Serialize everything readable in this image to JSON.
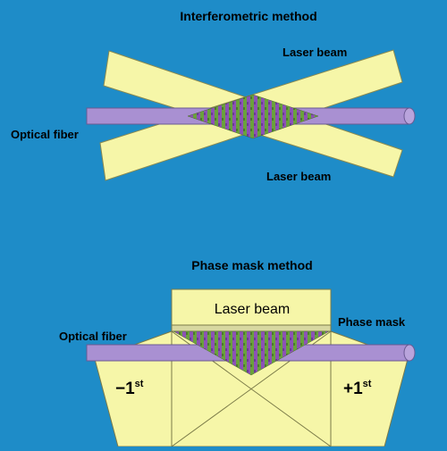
{
  "background_color": "#1e8cc8",
  "colors": {
    "beam_fill": "#f6f6a8",
    "fiber_fill": "#a990d2",
    "fiber_end": "#b9a4dc",
    "fringe_a": "#6aa23c",
    "fringe_b": "#8c52b6"
  },
  "top": {
    "title": "Interferometric method",
    "laser_beam_upper": "Laser beam",
    "laser_beam_lower": "Laser beam",
    "optical_fiber": "Optical fiber"
  },
  "bottom": {
    "title": "Phase mask method",
    "laser_beam": "Laser beam",
    "phase_mask": "Phase mask",
    "optical_fiber": "Optical fiber",
    "minus_order": "−1",
    "plus_order": "+1",
    "order_superscript": "st"
  }
}
